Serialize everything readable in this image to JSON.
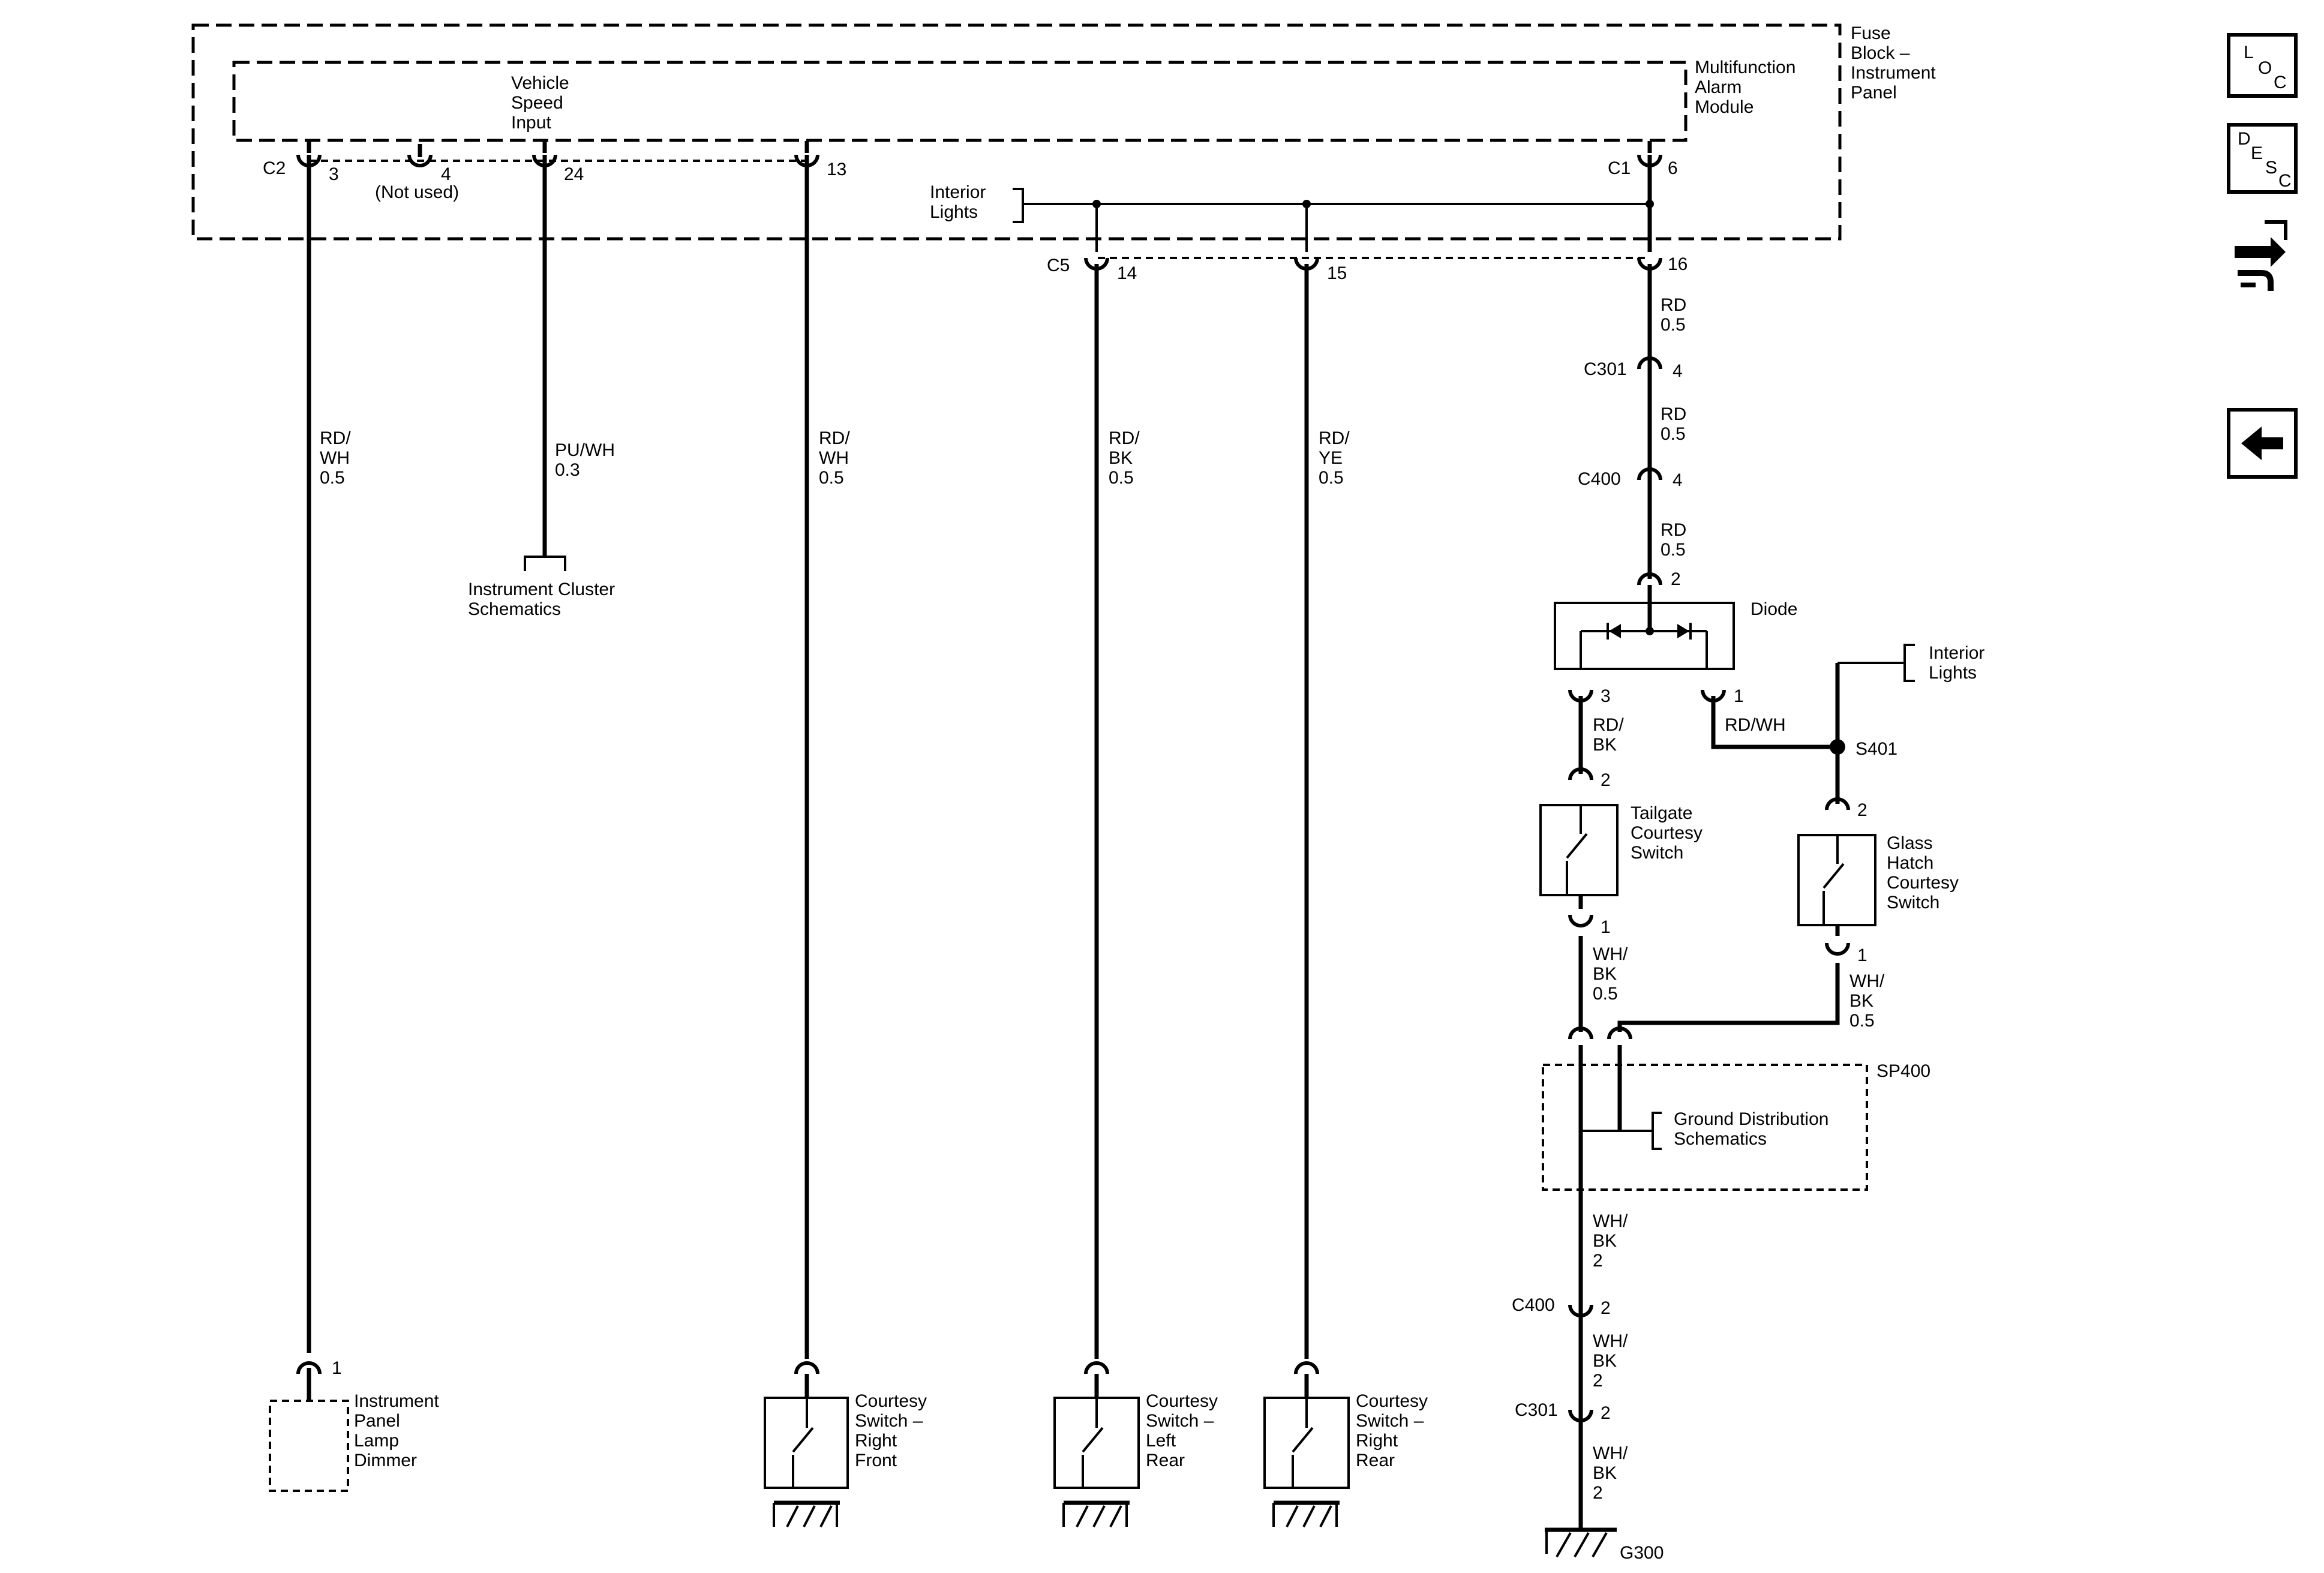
{
  "fuse_block": "Fuse\nBlock –\nInstrument\nPanel",
  "module": "Multifunction\nAlarm\nModule",
  "vehicle_speed_input": "Vehicle\nSpeed\nInput",
  "interior_lights": "Interior\nLights",
  "not_used": "(Not used)",
  "connectors": {
    "c2": "C2",
    "c1": "C1",
    "c5": "C5",
    "c301": "C301",
    "c400": "C400",
    "c401": "C400",
    "c301b": "C301",
    "s401": "S401",
    "sp400": "SP400",
    "g300": "G300"
  },
  "pins": {
    "p3": "3",
    "p4": "4",
    "p24": "24",
    "p13": "13",
    "p6": "6",
    "p14": "14",
    "p15": "15",
    "p16": "16",
    "c301_4": "4",
    "c400_4": "4",
    "diode_2": "2",
    "diode_3": "3",
    "diode_1": "1",
    "tail_2": "2",
    "tail_1": "1",
    "glass_2": "2",
    "glass_1": "1",
    "c400_2": "2",
    "c301_2": "2",
    "dim_1": "1"
  },
  "wires": {
    "rd_wh_05": "RD/\nWH\n0.5",
    "pu_wh_03": "PU/WH\n0.3",
    "rd_wh_05b": "RD/\nWH\n0.5",
    "rd_bk_05": "RD/\nBK\n0.5",
    "rd_ye_05": "RD/\nYE\n0.5",
    "rd_05_a": "RD\n0.5",
    "rd_05_b": "RD\n0.5",
    "rd_05_c": "RD\n0.5",
    "rd_bk": "RD/\nBK",
    "rd_wh": "RD/WH",
    "wh_bk_05_a": "WH/\nBK\n0.5",
    "wh_bk_05_b": "WH/\nBK\n0.5",
    "wh_bk_2_a": "WH/\nBK\n2",
    "wh_bk_2_b": "WH/\nBK\n2",
    "wh_bk_2_c": "WH/\nBK\n2"
  },
  "components": {
    "instrument_cluster": "Instrument Cluster\nSchematics",
    "diode": "Diode",
    "interior_lights_right": "Interior\nLights",
    "tailgate_switch": "Tailgate\nCourtesy\nSwitch",
    "glass_hatch_switch": "Glass\nHatch\nCourtesy\nSwitch",
    "ground_distribution": "Ground Distribution\nSchematics",
    "ip_lamp_dimmer": "Instrument\nPanel\nLamp\nDimmer",
    "courtesy_rf": "Courtesy\nSwitch –\nRight\nFront",
    "courtesy_lr": "Courtesy\nSwitch –\nLeft\nRear",
    "courtesy_rr": "Courtesy\nSwitch –\nRight\nRear"
  },
  "nav": {
    "loc": [
      "L",
      "O",
      "C"
    ],
    "desc": [
      "D",
      "E",
      "S",
      "C"
    ],
    "icons": [
      "connector-swap-icon",
      "back-arrow-icon"
    ]
  }
}
